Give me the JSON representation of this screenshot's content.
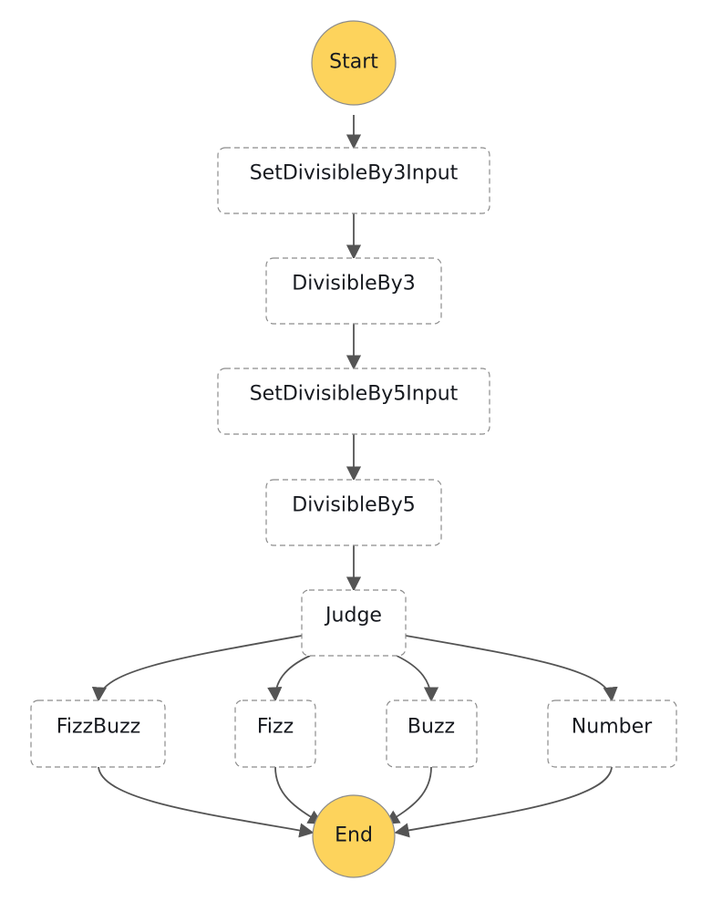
{
  "diagram": {
    "nodes": [
      {
        "id": "start",
        "label": "Start",
        "kind": "terminal"
      },
      {
        "id": "set3",
        "label": "SetDivisibleBy3Input",
        "kind": "state"
      },
      {
        "id": "div3",
        "label": "DivisibleBy3",
        "kind": "state"
      },
      {
        "id": "set5",
        "label": "SetDivisibleBy5Input",
        "kind": "state"
      },
      {
        "id": "div5",
        "label": "DivisibleBy5",
        "kind": "state"
      },
      {
        "id": "judge",
        "label": "Judge",
        "kind": "state"
      },
      {
        "id": "fizzbuzz",
        "label": "FizzBuzz",
        "kind": "state"
      },
      {
        "id": "fizz",
        "label": "Fizz",
        "kind": "state"
      },
      {
        "id": "buzz",
        "label": "Buzz",
        "kind": "state"
      },
      {
        "id": "number",
        "label": "Number",
        "kind": "state"
      },
      {
        "id": "end",
        "label": "End",
        "kind": "terminal"
      }
    ],
    "edges": [
      {
        "from": "start",
        "to": "set3"
      },
      {
        "from": "set3",
        "to": "div3"
      },
      {
        "from": "div3",
        "to": "set5"
      },
      {
        "from": "set5",
        "to": "div5"
      },
      {
        "from": "div5",
        "to": "judge"
      },
      {
        "from": "judge",
        "to": "fizzbuzz"
      },
      {
        "from": "judge",
        "to": "fizz"
      },
      {
        "from": "judge",
        "to": "buzz"
      },
      {
        "from": "judge",
        "to": "number"
      },
      {
        "from": "fizzbuzz",
        "to": "end"
      },
      {
        "from": "fizz",
        "to": "end"
      },
      {
        "from": "buzz",
        "to": "end"
      },
      {
        "from": "number",
        "to": "end"
      }
    ],
    "colors": {
      "terminal_fill": "#fdd35c",
      "edge": "#545454",
      "border": "#8c8c8c"
    }
  }
}
